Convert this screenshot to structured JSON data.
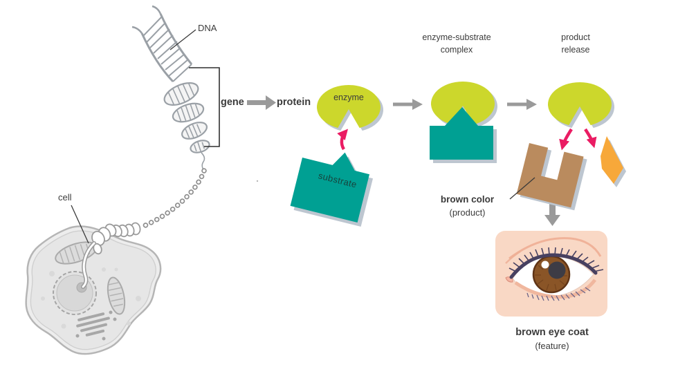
{
  "flow": {
    "dna_label": "DNA",
    "cell_label": "cell",
    "gene_label": "gene",
    "protein_label": "protein",
    "enzyme_label": "enzyme",
    "substrate_label": "substrate",
    "complex_label_line1": "enzyme-substrate",
    "complex_label_line2": "complex",
    "release_label_line1": "product",
    "release_label_line2": "release",
    "product_label_line1": "brown color",
    "product_label_line2": "(product)",
    "feature_label_line1": "brown eye coat",
    "feature_label_line2": "(feature)"
  },
  "colors": {
    "enzyme": "#ccd72c",
    "teal": "#00a093",
    "pink": "#ea1c63",
    "arrow_gray": "#9a9a9a",
    "shadow": "#bdc6d0",
    "brown": "#ba8b5e",
    "orange": "#f7a83a",
    "eye_card": "#f9d8c5",
    "iris": "#8a5527",
    "lash": "#474060",
    "text": "#3b3b3b"
  }
}
